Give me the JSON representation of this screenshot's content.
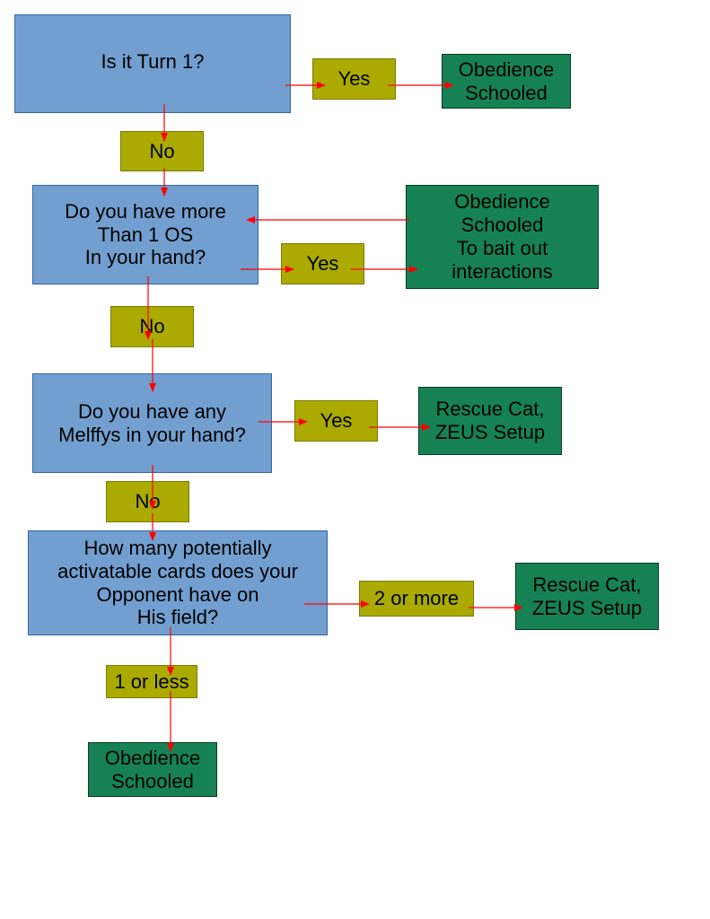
{
  "nodes": {
    "q1": "Is it Turn 1?",
    "q1_yes": "Yes",
    "q1_result": "Obedience\nSchooled",
    "q1_no": "No",
    "q2": "Do you have more\nThan 1 OS\nIn your hand?",
    "q2_yes": "Yes",
    "q2_result": "Obedience\nSchooled\nTo bait out\ninteractions",
    "q2_no": "No",
    "q3": "Do you have any\nMelffys in your hand?",
    "q3_yes": "Yes",
    "q3_result": "Rescue Cat,\nZEUS Setup",
    "q3_no": "No",
    "q4": "How many potentially\nactivatable cards does your\nOpponent have on\nHis field?",
    "q4_more": "2 or more",
    "q4_more_result": "Rescue Cat,\nZEUS Setup",
    "q4_less": "1 or less",
    "q4_less_result": "Obedience\nSchooled"
  },
  "colors": {
    "question_fill": "#729fcf",
    "answer_fill": "#aaaa00",
    "result_fill": "#168253",
    "arrow": "#ff0000"
  }
}
